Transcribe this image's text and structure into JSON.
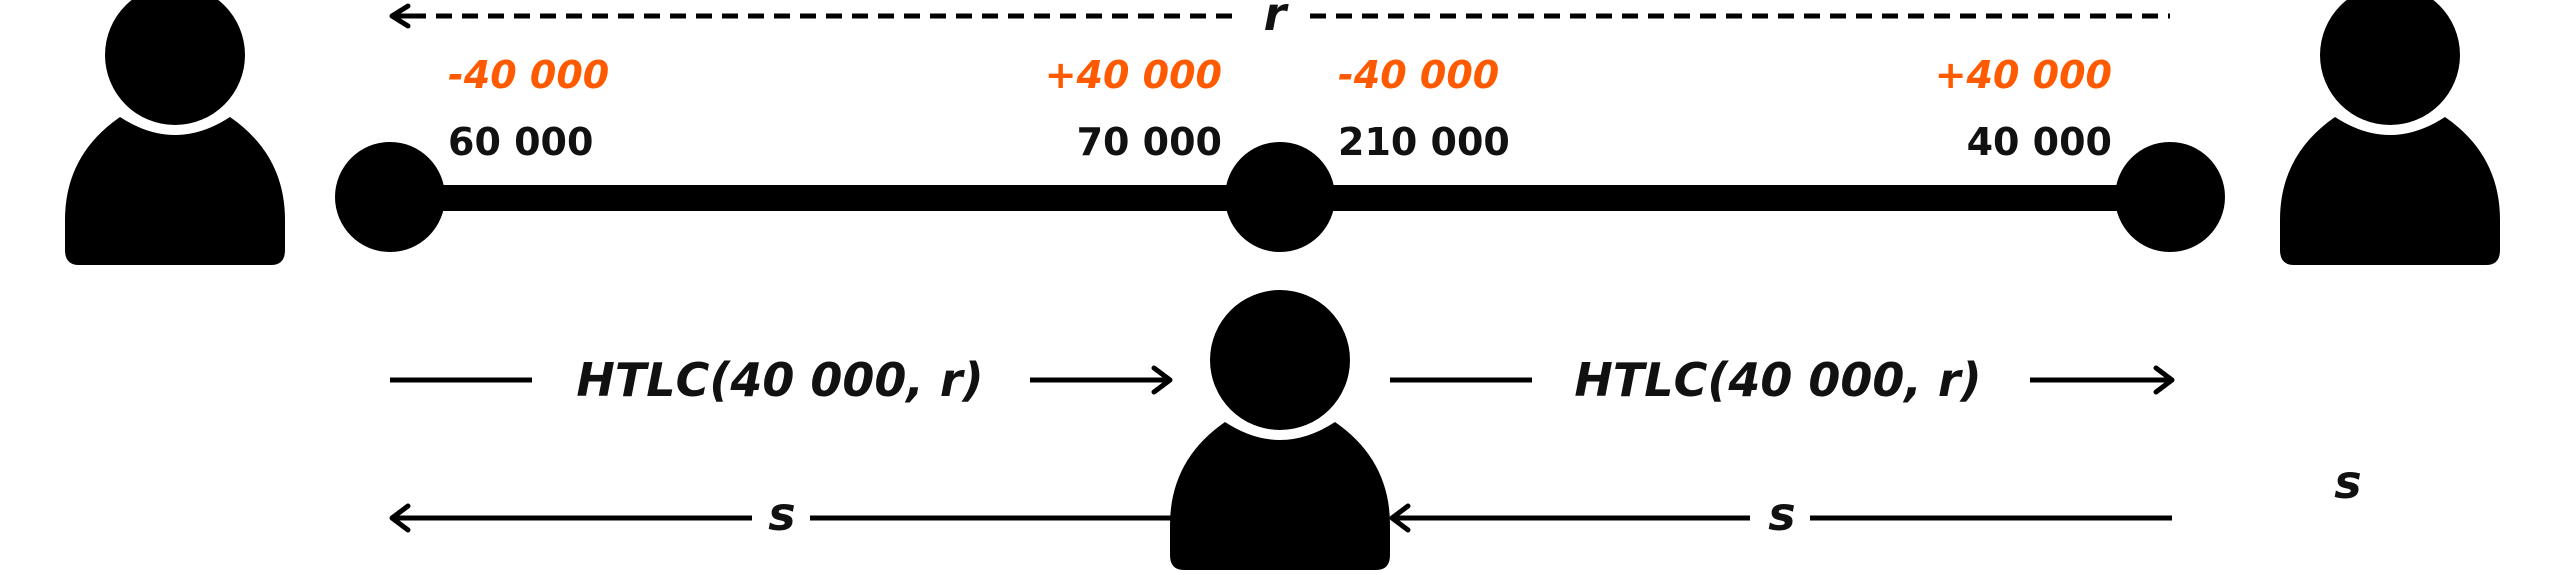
{
  "preimage_label": "r",
  "channels": [
    {
      "left": {
        "change": "-40 000",
        "balance": "60 000"
      },
      "right": {
        "change": "+40 000",
        "balance": "70 000"
      }
    },
    {
      "left": {
        "change": "-40 000",
        "balance": "210 000"
      },
      "right": {
        "change": "+40 000",
        "balance": "40 000"
      }
    }
  ],
  "htlc_labels": [
    "HTLC(40 000, r)",
    "HTLC(40 000, r)"
  ],
  "secret_labels": [
    "s",
    "s"
  ],
  "receiver_secret": "s",
  "colors": {
    "change": "#ff5a00",
    "ink": "#000000"
  },
  "icons": [
    "person-icon",
    "node-icon"
  ]
}
